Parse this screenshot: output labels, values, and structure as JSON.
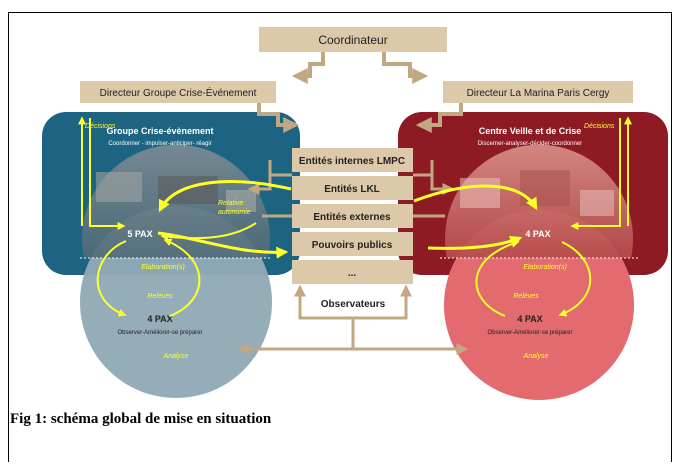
{
  "diagram": {
    "coordinator": "Coordinateur",
    "left_director": "Directeur Groupe Crise-Événement",
    "right_director": "Directeur La Marina Paris Cergy",
    "left_group": {
      "title": "Groupe Crise-évènement",
      "subtitle": "Coordonner - impulser-anticiper- réagir",
      "decisions": "Décisions",
      "relative": "Relative",
      "autonomie": "autonomie",
      "pax_top": "5 PAX",
      "elaboration": "Elaboration(s)",
      "releves": "Relèves",
      "pax_bottom": "4 PAX",
      "observe": "Observer-Améliorer-se préparer",
      "analyse": "Analyse"
    },
    "right_group": {
      "title": "Centre Veille et de Crise",
      "subtitle": "Discerner-analyser-décider-coordonner",
      "decisions": "Décisions",
      "pax_top": "4 PAX",
      "elaboration": "Elaboration(s)",
      "releves": "Relèves",
      "pax_bottom": "4 PAX",
      "observe": "Observer-Améliorer-se préparer",
      "analyse": "Analyse"
    },
    "center_entities": [
      "Entités internes LMPC",
      "Entités LKL",
      "Entités externes",
      "Pouvoirs publics",
      "..."
    ],
    "observers": "Observateurs",
    "colors": {
      "tan": "#dcc9a9",
      "teal": "#1d6482",
      "darkred": "#8e1a24",
      "yellow": "#ffff2a",
      "arrow_tan": "#c2a882"
    }
  },
  "caption": "Fig 1: schéma global de mise en situation"
}
